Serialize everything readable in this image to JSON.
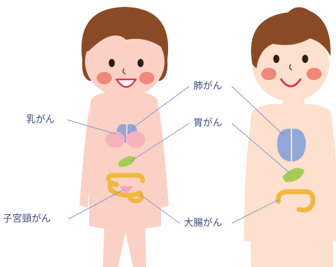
{
  "labels": {
    "breast": "乳がん",
    "lung": "肺がん",
    "stomach": "胃がん",
    "cervical": "子宮頸がん",
    "colon": "大腸がん"
  },
  "colors": {
    "label_text": "#3d4a7a",
    "leader_line": "#7e92c8",
    "hair": "#8b4a26",
    "female_skin": "#fbd1c6",
    "male_skin": "#fde0cd",
    "cheek": "#f0877a",
    "lung": "#93a6d8",
    "breast": "#f7b3bd",
    "stomach": "#a5cc52",
    "colon": "#f1b83e",
    "uterus": "#f4a2c2"
  }
}
